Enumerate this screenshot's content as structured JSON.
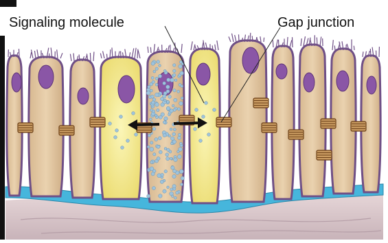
{
  "labels": {
    "signaling_molecule": "Signaling molecule",
    "gap_junction": "Gap junction"
  },
  "colors": {
    "cell_fill": "#e3c7a1",
    "cell_outline": "#6f4f86",
    "signaling_cell_fill": "#f3ea8f",
    "nucleus": "#8a56a6",
    "basement_membrane": "#46b6dc",
    "connective_tissue": "#d9c6c8",
    "junction": "#a36a2d",
    "molecule": "#9ec3dc",
    "arrow": "#111111"
  },
  "icons": {
    "arrow_left": "double-headed-arrow-left",
    "arrow_right": "double-headed-arrow-right"
  }
}
